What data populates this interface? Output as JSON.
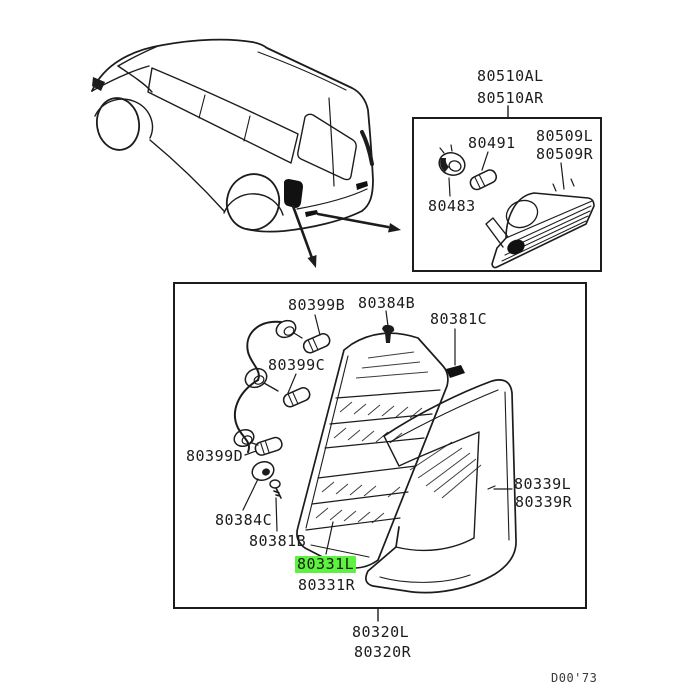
{
  "colors": {
    "ink": "#1c1c1c",
    "background": "#ffffff",
    "highlight": "#5cf23d"
  },
  "selected_part": "80331L",
  "footer": {
    "doc_code": "D00'73"
  },
  "side_marker_group": {
    "assembly": {
      "left": "80510AL",
      "right": "80510AR"
    },
    "bulb": "80491",
    "lens": {
      "left": "80509L",
      "right": "80509R"
    },
    "socket": "80483"
  },
  "tail_lamp_group": {
    "bulb_b": "80399B",
    "screw_b": "80384B",
    "clip_c": "80381C",
    "bulb_c": "80399C",
    "bulb_d": "80399D",
    "grommet": "80384C",
    "screw_small": "80381B",
    "unit": {
      "left": "80331L",
      "right": "80331R"
    },
    "bezel": {
      "left": "80339L",
      "right": "80339R"
    },
    "assembly": {
      "left": "80320L",
      "right": "80320R"
    }
  }
}
